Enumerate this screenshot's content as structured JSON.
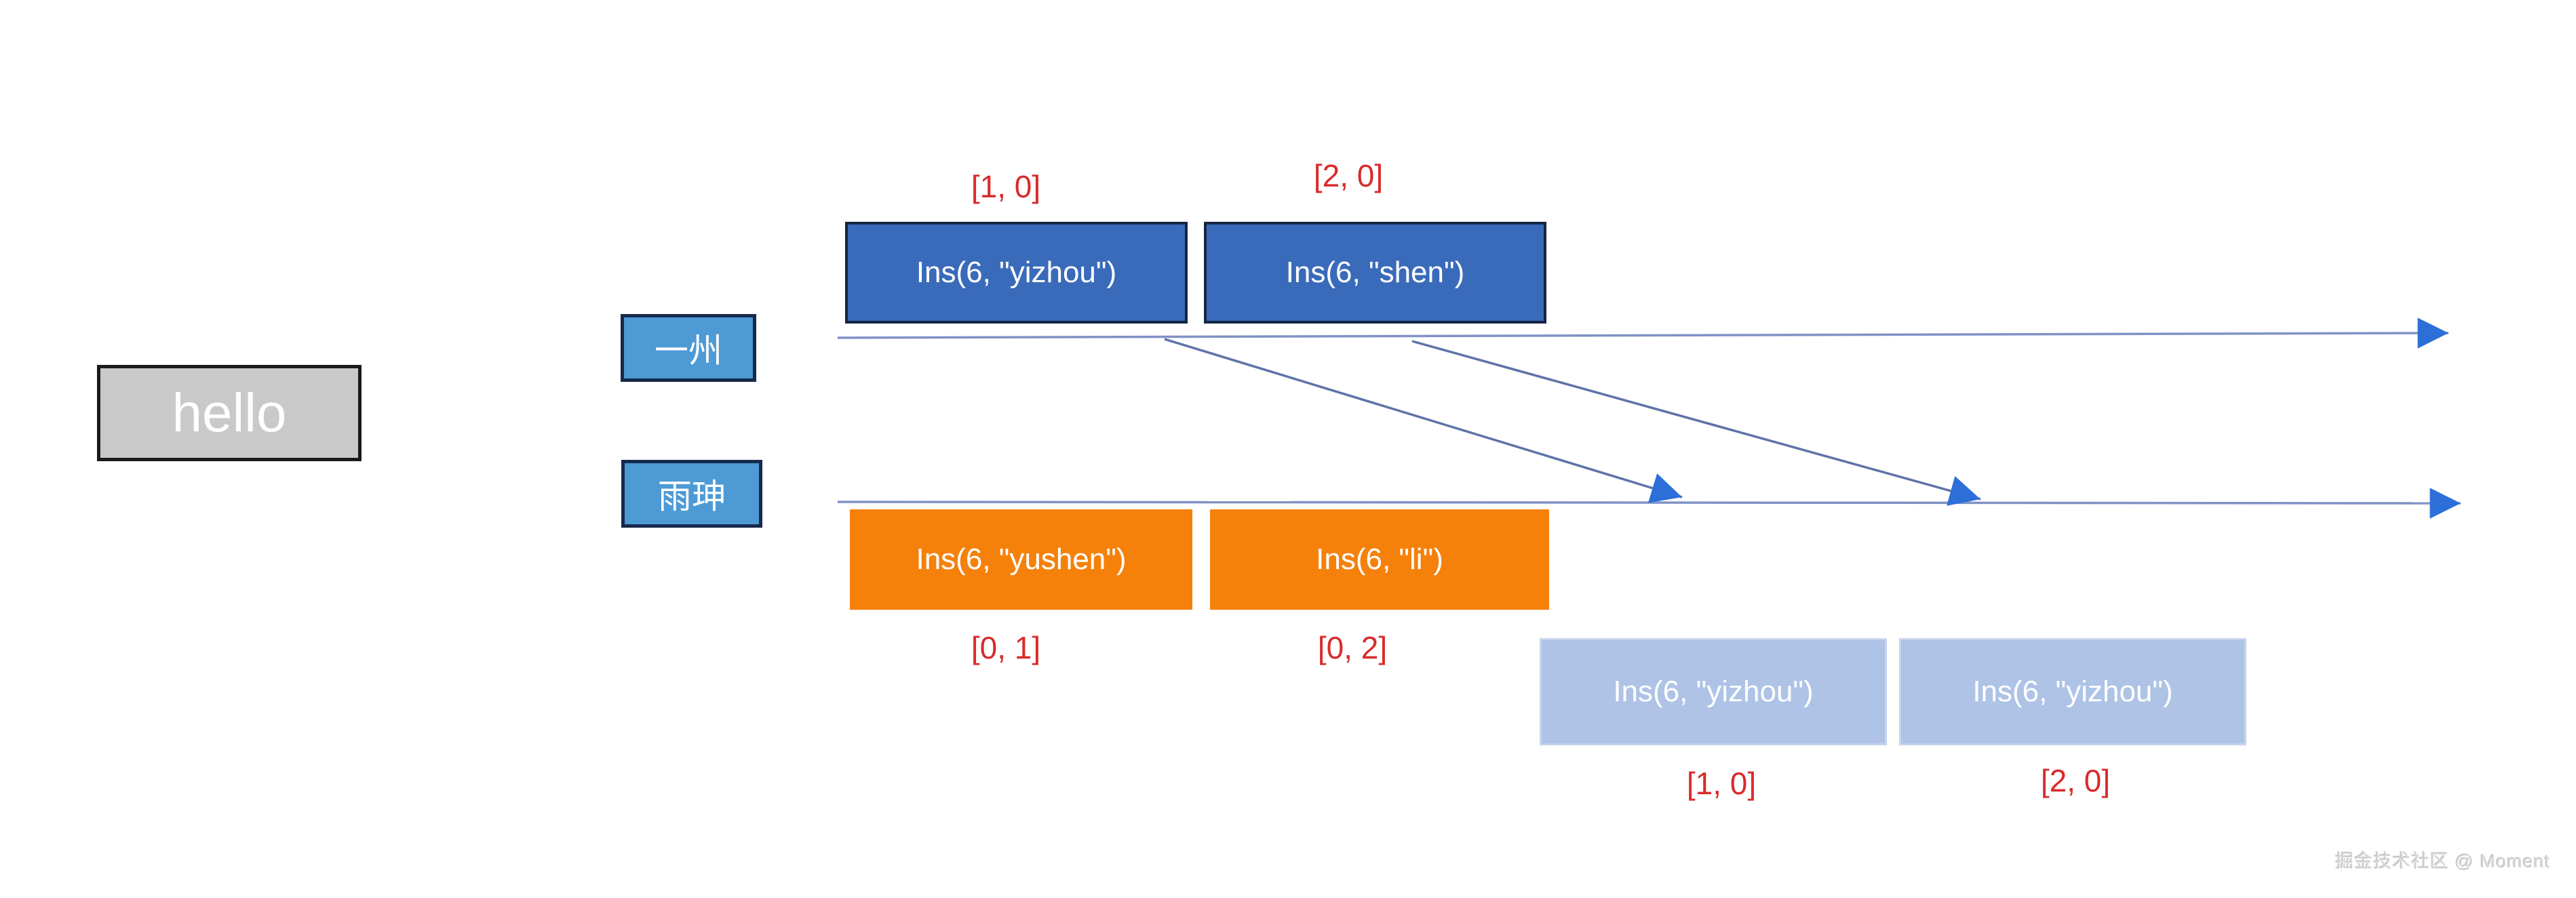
{
  "colors": {
    "op_local_a": "#3a6bba",
    "op_local_a_border": "#152642",
    "op_local_b": "#f5810b",
    "op_received": "#aec3e6",
    "op_received_border": "#c6d3ee",
    "user_label": "#4d9ad5",
    "user_label_border": "#17294a",
    "doc_fill": "#c9c9c9",
    "doc_border": "#1a1a1a",
    "state_vector_text": "#d92b2b",
    "timeline_line": "#8092c5",
    "transfer_line": "#5e73a7",
    "arrowhead": "#2d6fd9",
    "box_text": "#ffffff",
    "watermark_text": "#d3d3d3"
  },
  "document": {
    "initial_text": "hello"
  },
  "users": [
    {
      "name": "一州"
    },
    {
      "name": "雨珅"
    }
  ],
  "site_a": {
    "operations": [
      {
        "label": "Ins(6, \"yizhou\")",
        "state_vector": "[1, 0]"
      },
      {
        "label": "Ins(6, \"shen\")",
        "state_vector": "[2, 0]"
      }
    ]
  },
  "site_b": {
    "operations": [
      {
        "label": "Ins(6, \"yushen\")",
        "state_vector": "[0, 1]"
      },
      {
        "label": "Ins(6, \"li\")",
        "state_vector": "[0, 2]"
      }
    ]
  },
  "received": {
    "operations": [
      {
        "label": "Ins(6, \"yizhou\")",
        "state_vector": "[1, 0]"
      },
      {
        "label": "Ins(6, \"yizhou\")",
        "state_vector": "[2, 0]"
      }
    ]
  },
  "watermark": "掘金技术社区 @ Moment"
}
